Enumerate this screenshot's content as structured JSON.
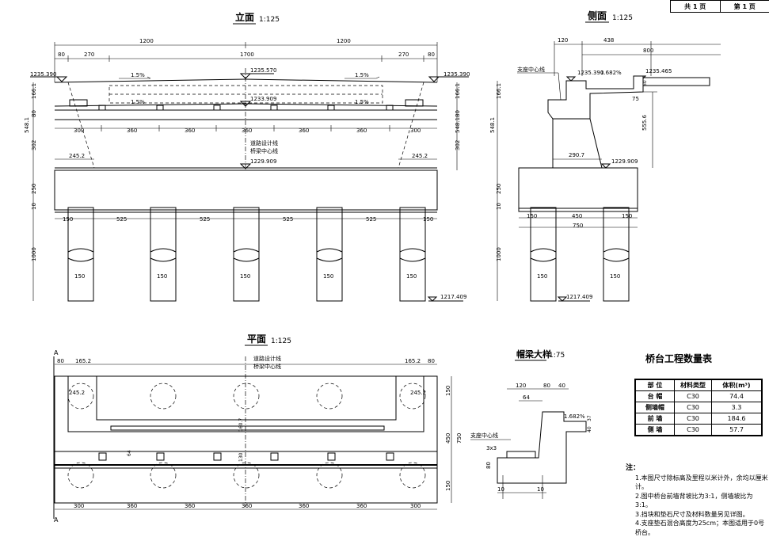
{
  "page": {
    "total": "共 1 页",
    "current": "第 1 页"
  },
  "views": {
    "elevation": {
      "title": "立面",
      "scale": "1:125"
    },
    "side": {
      "title": "侧面",
      "scale": "1:125"
    },
    "plan": {
      "title": "平面",
      "scale": "1:125"
    },
    "detail": {
      "title": "帽梁大样",
      "scale": "1:75"
    }
  },
  "elevation": {
    "dims_top": [
      "1200",
      "1200"
    ],
    "dims_second": [
      "80",
      "270",
      "1700",
      "270",
      "80"
    ],
    "elevations": [
      "1235.390",
      "1235.570",
      "1235.390",
      "1233.909",
      "1229.909",
      "1217.409"
    ],
    "slopes": [
      "1.5%",
      "1.5%",
      "1.5%",
      "1.5%"
    ],
    "cap_dims": [
      "300",
      "360",
      "360",
      "360",
      "360",
      "360",
      "300"
    ],
    "left_dims": [
      "166.1",
      "80",
      "548.1",
      "302",
      "250",
      "10",
      "1000"
    ],
    "right_dims": [
      "166.1",
      "80",
      "548.1",
      "302"
    ],
    "taper": [
      "245.2",
      "245.2"
    ],
    "pile_spacing": [
      "150",
      "525",
      "525",
      "525",
      "525",
      "150"
    ],
    "pile_dia": [
      "150",
      "150",
      "150",
      "150",
      "150"
    ],
    "center_labels": [
      "道路设计线",
      "桥梁中心线"
    ]
  },
  "side": {
    "top_dims": [
      "120",
      "438",
      "800"
    ],
    "center_label": "支座中心线",
    "elevations": [
      "1235.390",
      "1235.465",
      "1229.909",
      "1217.409"
    ],
    "slope": "1.682%",
    "small_dims": [
      "60",
      "75",
      "555.6"
    ],
    "left_dims": [
      "166.1",
      "548.1",
      "250",
      "10",
      "1000"
    ],
    "offset": "290.7",
    "bottom_dims": [
      "150",
      "450",
      "150",
      "750"
    ],
    "pile_dia": [
      "150",
      "150"
    ]
  },
  "plan": {
    "center_labels": [
      "道路设计线",
      "桥梁中心线"
    ],
    "top_dims": [
      "80",
      "165.2",
      "165.2",
      "80"
    ],
    "taper": [
      "245.2",
      "245.2"
    ],
    "mid_dims": [
      "160.7",
      "130",
      "64"
    ],
    "right_dims": [
      "150",
      "450",
      "750",
      "150"
    ],
    "bottom_dims": [
      "300",
      "360",
      "360",
      "360",
      "360",
      "360",
      "300"
    ],
    "section_marks": [
      "A",
      "A"
    ]
  },
  "detail": {
    "top_dims": [
      "120",
      "80",
      "40"
    ],
    "sub_dim": "64",
    "slope": "1.682%",
    "right_dims": [
      "37",
      "40"
    ],
    "center_label": "支座中心线",
    "seat": "3x3",
    "left_dim": "80",
    "bottom_dims": [
      "10",
      "10"
    ]
  },
  "quantity_table": {
    "title": "桥台工程数量表",
    "headers": [
      "部 位",
      "材料类型",
      "体积(m³)"
    ],
    "rows": [
      [
        "台 帽",
        "C30",
        "74.4"
      ],
      [
        "侧墙帽",
        "C30",
        "3.3"
      ],
      [
        "前 墙",
        "C30",
        "184.6"
      ],
      [
        "侧 墙",
        "C30",
        "57.7"
      ]
    ]
  },
  "notes": {
    "heading": "注：",
    "items": [
      "1.本图尺寸除标高及里程以米计外，余均以厘米计。",
      "2.图中桥台前墙背坡比为3:1，侧墙坡比为3:1。",
      "3.挡块和垫石尺寸及材料数量另见详图。",
      "4.支座垫石混合高度为25cm；本图适用于0号桥台。"
    ]
  }
}
